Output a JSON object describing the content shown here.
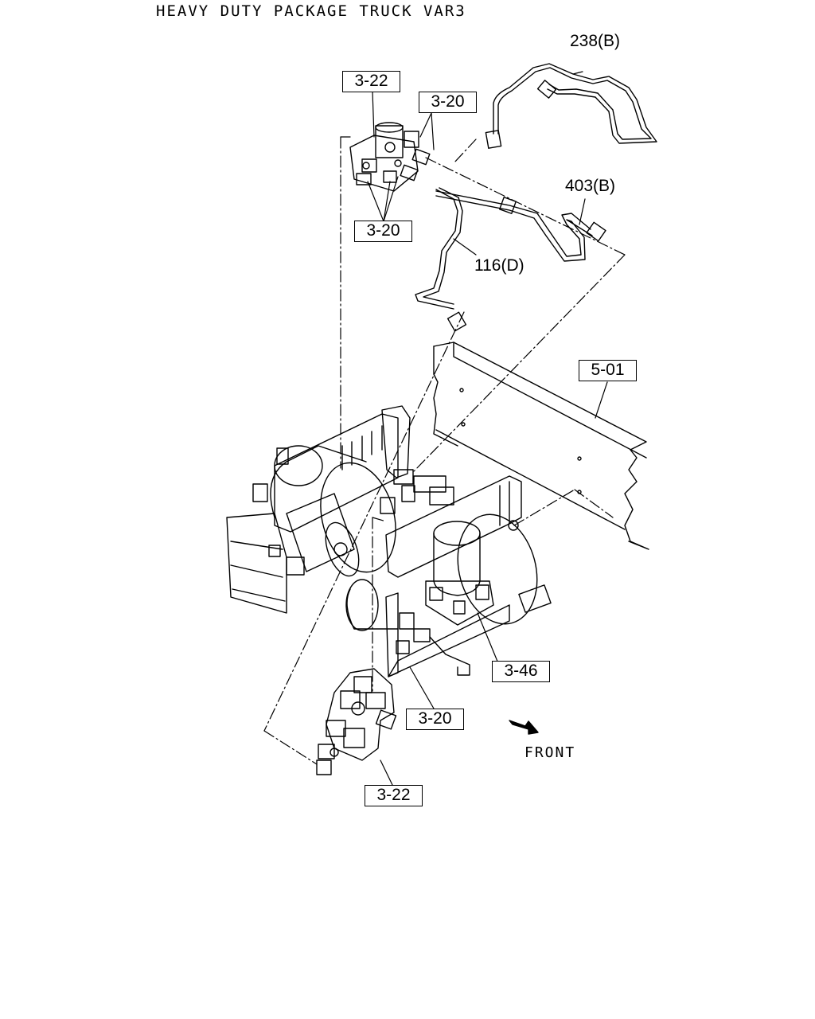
{
  "title": "HEAVY DUTY PACKAGE TRUCK VAR3",
  "callouts": {
    "top_valve_ref": "3-22",
    "top_fitting_ref_a": "3-20",
    "top_fitting_ref_b": "3-20",
    "pipe_238": "238(B)",
    "pipe_403": "403(B)",
    "pipe_116": "116(D)",
    "frame_ref": "5-01",
    "dryer_ref": "3-46",
    "bottom_fitting_ref": "3-20",
    "bottom_valve_ref": "3-22"
  },
  "front_label": "FRONT",
  "icons": {
    "front_arrow": "front-direction-arrow-icon"
  }
}
